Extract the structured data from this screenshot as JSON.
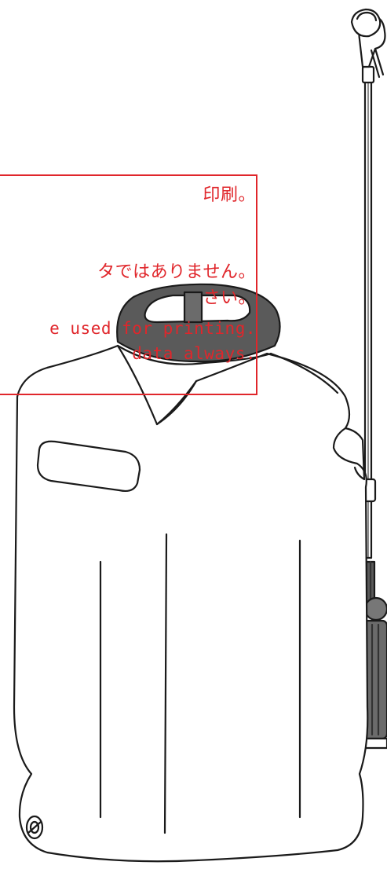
{
  "notice": {
    "line1": "印刷。",
    "line2": "タではありません。",
    "line3": "さい。",
    "line4": "e used for printing.",
    "line5": "data always."
  },
  "colors": {
    "notice_red": "#e0262b",
    "outline": "#1a1a1a",
    "dark_grey": "#5a5a5a",
    "mid_grey": "#777777",
    "light_fill": "#f5f5f5"
  },
  "icons": [
    "sprayer-tank",
    "spray-wand",
    "spray-nozzle",
    "tank-cap",
    "pump-handle"
  ]
}
